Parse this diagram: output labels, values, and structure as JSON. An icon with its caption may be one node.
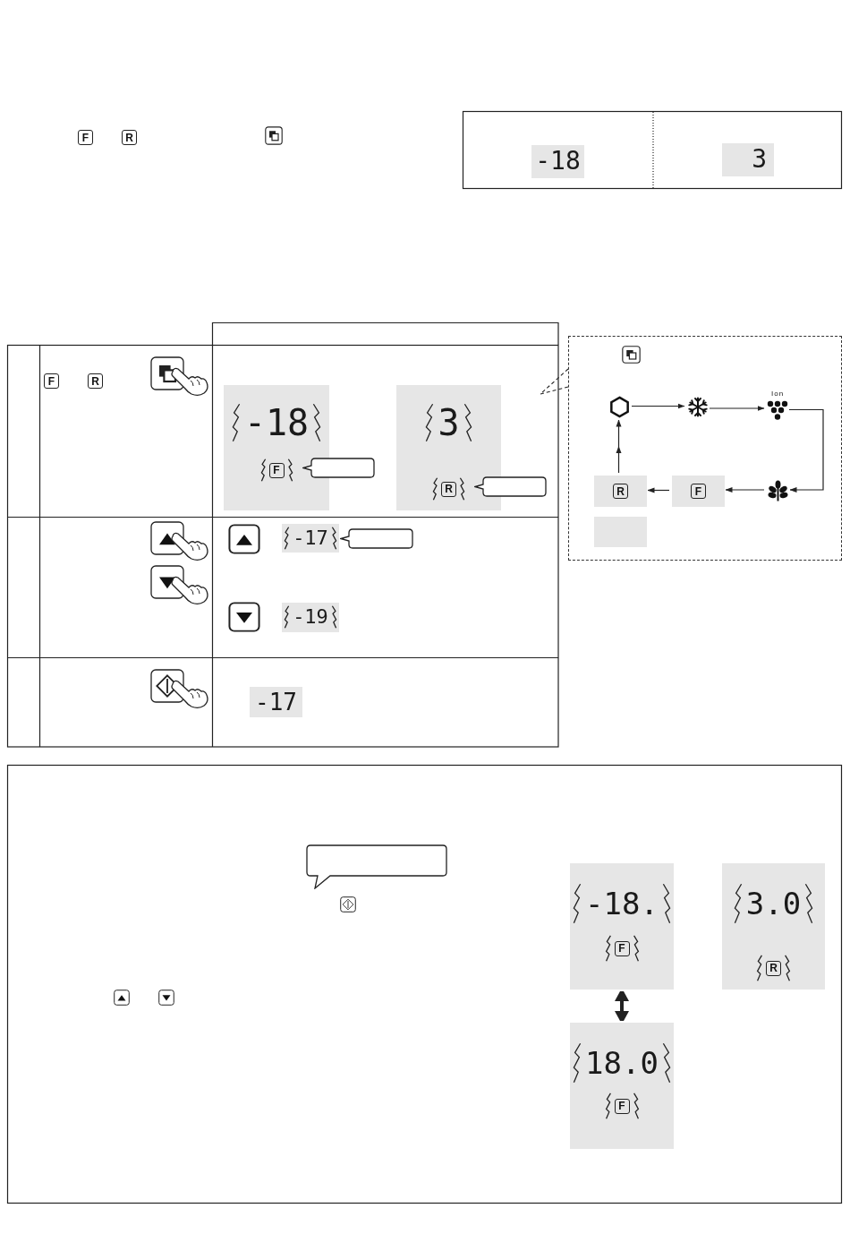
{
  "diagram": {
    "nodes": [
      {
        "text": [
          "-18"
        ]
      },
      {
        "text": [
          "3"
        ]
      },
      {
        "text": [
          "-18",
          "F"
        ]
      },
      {
        "text": [],
        "shape": "bubble"
      },
      {
        "text": [
          "3",
          "R"
        ]
      },
      {
        "text": [],
        "shape": "bubble"
      },
      {
        "text": [
          "-17"
        ]
      },
      {
        "text": [],
        "shape": "bubble"
      },
      {
        "text": [
          "-19"
        ]
      },
      {
        "text": [
          "-17"
        ]
      },
      {
        "text": [],
        "shape": "box"
      },
      {
        "text": [],
        "shape": "hexagon",
        "in": 10
      },
      {
        "text": [],
        "shape": "picture",
        "in": 10
      },
      {
        "text": [],
        "shape": "picture",
        "in": 10,
        "beside": [
          "Ion"
        ]
      },
      {
        "text": [
          "R"
        ],
        "in": 10
      },
      {
        "text": [
          "F"
        ],
        "in": 10
      },
      {
        "text": [],
        "shape": "picture",
        "in": 10
      },
      {
        "text": [],
        "shape": "box",
        "in": 10
      },
      {
        "text": [],
        "shape": "bubble"
      },
      {
        "text": [
          "-18.",
          "F"
        ]
      },
      {
        "text": [
          "3.0",
          "R"
        ]
      },
      {
        "text": [
          "18.0",
          "F"
        ]
      }
    ],
    "edges": [
      {
        "from": 11,
        "to": 12,
        "arrow": "to"
      },
      {
        "from": 12,
        "to": 13,
        "arrow": "to"
      },
      {
        "from": 13,
        "to": 16,
        "arrow": "to"
      },
      {
        "from": 16,
        "to": 15,
        "arrow": "to"
      },
      {
        "from": 15,
        "to": 14,
        "arrow": "to"
      },
      {
        "from": 14,
        "to": 11,
        "arrow": "to"
      },
      {
        "from": 10,
        "to": null,
        "arrow": "none",
        "style": "dashed"
      },
      {
        "from": 19,
        "to": 21,
        "arrow": "both",
        "style": "thick"
      }
    ],
    "labels": [
      "F",
      "R",
      "F",
      "R"
    ]
  }
}
